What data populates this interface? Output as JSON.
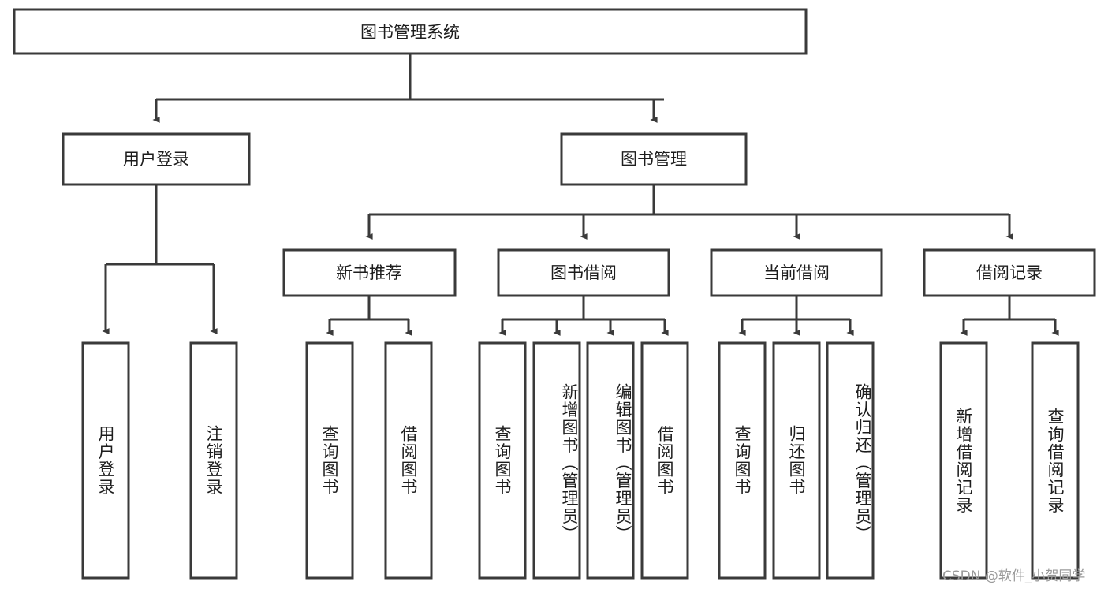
{
  "diagram": {
    "type": "tree-hierarchy-chart",
    "title": "图书管理系统",
    "orientation": "top-down",
    "colors": {
      "box_stroke": "#3a3a3a",
      "box_fill": "#ffffff",
      "connector": "#3a3a3a",
      "text": "#1d1d1d",
      "watermark": "#9a9a9a",
      "background": "#ffffff"
    },
    "levels": [
      {
        "level": 1,
        "nodes": [
          {
            "id": "root",
            "label": "图书管理系统",
            "orientation": "horizontal"
          }
        ]
      },
      {
        "level": 2,
        "nodes": [
          {
            "id": "user-login",
            "label": "用户登录",
            "orientation": "horizontal",
            "parent": "root"
          },
          {
            "id": "book-manage",
            "label": "图书管理",
            "orientation": "horizontal",
            "parent": "root"
          }
        ]
      },
      {
        "level": 3,
        "nodes": [
          {
            "id": "new-book-rec",
            "label": "新书推荐",
            "orientation": "horizontal",
            "parent": "book-manage"
          },
          {
            "id": "book-borrow",
            "label": "图书借阅",
            "orientation": "horizontal",
            "parent": "book-manage"
          },
          {
            "id": "current-borrow",
            "label": "当前借阅",
            "orientation": "horizontal",
            "parent": "book-manage"
          },
          {
            "id": "borrow-record",
            "label": "借阅记录",
            "orientation": "horizontal",
            "parent": "book-manage"
          }
        ]
      },
      {
        "level": 4,
        "nodes": [
          {
            "id": "leaf-user-login",
            "label": "用户登录",
            "orientation": "vertical",
            "parent": "user-login"
          },
          {
            "id": "leaf-logout",
            "label": "注销登录",
            "orientation": "vertical",
            "parent": "user-login"
          },
          {
            "id": "leaf-query-book-1",
            "label": "查询图书",
            "orientation": "vertical",
            "parent": "new-book-rec"
          },
          {
            "id": "leaf-borrow-book-1",
            "label": "借阅图书",
            "orientation": "vertical",
            "parent": "new-book-rec"
          },
          {
            "id": "leaf-query-book-2",
            "label": "查询图书",
            "orientation": "vertical",
            "parent": "book-borrow"
          },
          {
            "id": "leaf-add-book",
            "label": "新增图书（管理员）",
            "orientation": "vertical",
            "parent": "book-borrow"
          },
          {
            "id": "leaf-edit-book",
            "label": "编辑图书（管理员）",
            "orientation": "vertical",
            "parent": "book-borrow"
          },
          {
            "id": "leaf-borrow-book-2",
            "label": "借阅图书",
            "orientation": "vertical",
            "parent": "book-borrow"
          },
          {
            "id": "leaf-query-book-3",
            "label": "查询图书",
            "orientation": "vertical",
            "parent": "current-borrow"
          },
          {
            "id": "leaf-return-book",
            "label": "归还图书",
            "orientation": "vertical",
            "parent": "current-borrow"
          },
          {
            "id": "leaf-confirm-return",
            "label": "确认归还（管理员）",
            "orientation": "vertical",
            "parent": "current-borrow"
          },
          {
            "id": "leaf-add-record",
            "label": "新增借阅记录",
            "orientation": "vertical",
            "parent": "borrow-record"
          },
          {
            "id": "leaf-query-record",
            "label": "查询借阅记录",
            "orientation": "vertical",
            "parent": "borrow-record"
          }
        ]
      }
    ]
  },
  "watermark": {
    "text": "CSDN @软件_小贺同学"
  }
}
